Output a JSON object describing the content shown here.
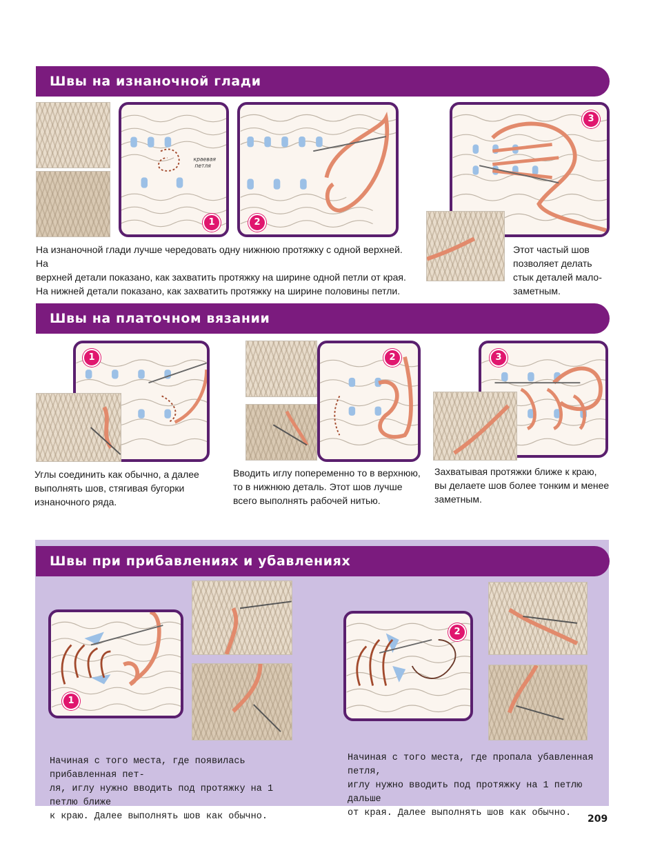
{
  "sections": [
    {
      "title": "Швы на изнаночной глади",
      "edge_loop_label": "краевая\nпетля",
      "badges": [
        "1",
        "2",
        "3"
      ],
      "caption_main": "На изнаночной глади лучше чередовать одну нижнюю протяжку с одной верхней. На\nверхней детали показано, как захватить протяжку на ширине одной петли от края.\nНа нижней детали показано, как захватить протяжку на ширине половины петли.",
      "caption_side": "Этот частый шов\nпозволяет делать\nстык деталей мало-\nзаметным."
    },
    {
      "title": "Швы на платочном вязании",
      "badges": [
        "1",
        "2",
        "3"
      ],
      "caption_1": "Углы соединить как обычно, а далее\nвыполнять шов, стягивая бугорки\nизнаночного ряда.",
      "caption_2": "Вводить иглу попеременно то в верхнюю,\nто в нижнюю деталь. Этот шов лучше\nвсего выполнять рабочей нитью.",
      "caption_3": "Захватывая протяжки ближе к краю,\nвы делаете шов более тонким и менее\nзаметным."
    },
    {
      "title": "Швы при прибавлениях и убавлениях",
      "badges": [
        "1",
        "2"
      ],
      "caption_1": "Начиная с того места, где появилась прибавленная пет-\nля, иглу нужно вводить под протяжку на 1 петлю ближе\nк краю. Далее выполнять шов как обычно.",
      "caption_2": "Начиная с того места, где пропала убавленная петля,\nиглу нужно вводить под протяжку на 1 петлю дальше\nот края. Далее выполнять шов как обычно."
    }
  ],
  "page_number": "209",
  "colors": {
    "banner": "#7b1b7e",
    "badge": "#e0166e",
    "yarn": "#e28a6c",
    "loop_blue": "#9cc0e6",
    "frame": "#5a1f6e",
    "panel_bg": "#cdbfe2"
  }
}
